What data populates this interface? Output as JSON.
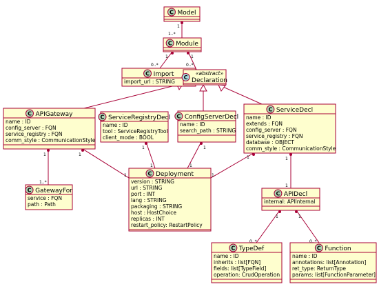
{
  "colors": {
    "class_fill": "#fefece",
    "border": "#a80036",
    "class_circle": "#add1b2",
    "abstract_circle": "#a9dcdf",
    "background": "#ffffff"
  },
  "classes": {
    "model": {
      "letter": "C",
      "name": "Model",
      "attributes": []
    },
    "module": {
      "letter": "C",
      "name": "Module",
      "attributes": []
    },
    "import": {
      "letter": "C",
      "name": "Import",
      "attributes": [
        "import_url : STRING"
      ]
    },
    "declaration": {
      "letter": "C",
      "stereotype": "«abstract»",
      "name": "Declaration",
      "attributes": []
    },
    "apigateway": {
      "letter": "C",
      "name": "APIGateway",
      "attributes": [
        "name : ID",
        "config_server : FQN",
        "service_registry : FQN",
        "comm_style : CommunicationStyle"
      ]
    },
    "serviceregistrydecl": {
      "letter": "C",
      "name": "ServiceRegistryDecl",
      "attributes": [
        "name : ID",
        "tool : ServiceRegistryTool",
        "client_mode : BOOL"
      ]
    },
    "configserverdecl": {
      "letter": "C",
      "name": "ConfigServerDecl",
      "attributes": [
        "name : ID",
        "search_path : STRING"
      ]
    },
    "servicedecl": {
      "letter": "C",
      "name": "ServiceDecl",
      "attributes": [
        "name : ID",
        "extends : FQN",
        "config_server : FQN",
        "service_registry : FQN",
        "database : OBJECT",
        "comm_style : CommunicationStyle"
      ]
    },
    "gatewayfor": {
      "letter": "C",
      "name": "GatewayFor",
      "attributes": [
        "service : FQN",
        "path : Path"
      ]
    },
    "deployment": {
      "letter": "C",
      "name": "Deployment",
      "attributes": [
        "version : STRING",
        "url : STRING",
        "port : INT",
        "lang : STRING",
        "packaging : STRING",
        "host : HostChoice",
        "replicas : INT",
        "restart_policy: RestartPolicy"
      ]
    },
    "apidecl": {
      "letter": "C",
      "name": "APIDecl",
      "attributes": [
        "internal: APIInternal"
      ]
    },
    "typedef": {
      "letter": "C",
      "name": "TypeDef",
      "attributes": [
        "name : ID",
        "inherits : list[FQN]",
        "fields: list[TypeField]",
        "operation: CrudOperation"
      ]
    },
    "function": {
      "letter": "C",
      "name": "Function",
      "attributes": [
        "name : ID",
        "annotations: list[Annotation]",
        "ret_type: ReturnType",
        "params: list[FunctionParameter]"
      ]
    }
  },
  "multiplicities": {
    "model_module_src": "1",
    "model_module_dst": "1..*",
    "module_import_src": "1",
    "module_import_dst": "0..*",
    "module_decl_src": "1",
    "module_decl_dst": "0..*",
    "gw_gf_src": "1",
    "gw_gf_dst": "1..*",
    "gw_dep_src": "1",
    "gw_dep_dst": "1",
    "sr_dep_src": "1",
    "sr_dep_dst": "1",
    "cs_dep_src": "1",
    "cs_dep_dst": "1",
    "sd_dep_src": "1",
    "sd_dep_dst": "1",
    "sd_api_src": "1",
    "sd_api_dst": "1",
    "api_td_src": "1",
    "api_td_dst": "0..*",
    "api_fn_src": "1",
    "api_fn_dst": "0..*"
  }
}
